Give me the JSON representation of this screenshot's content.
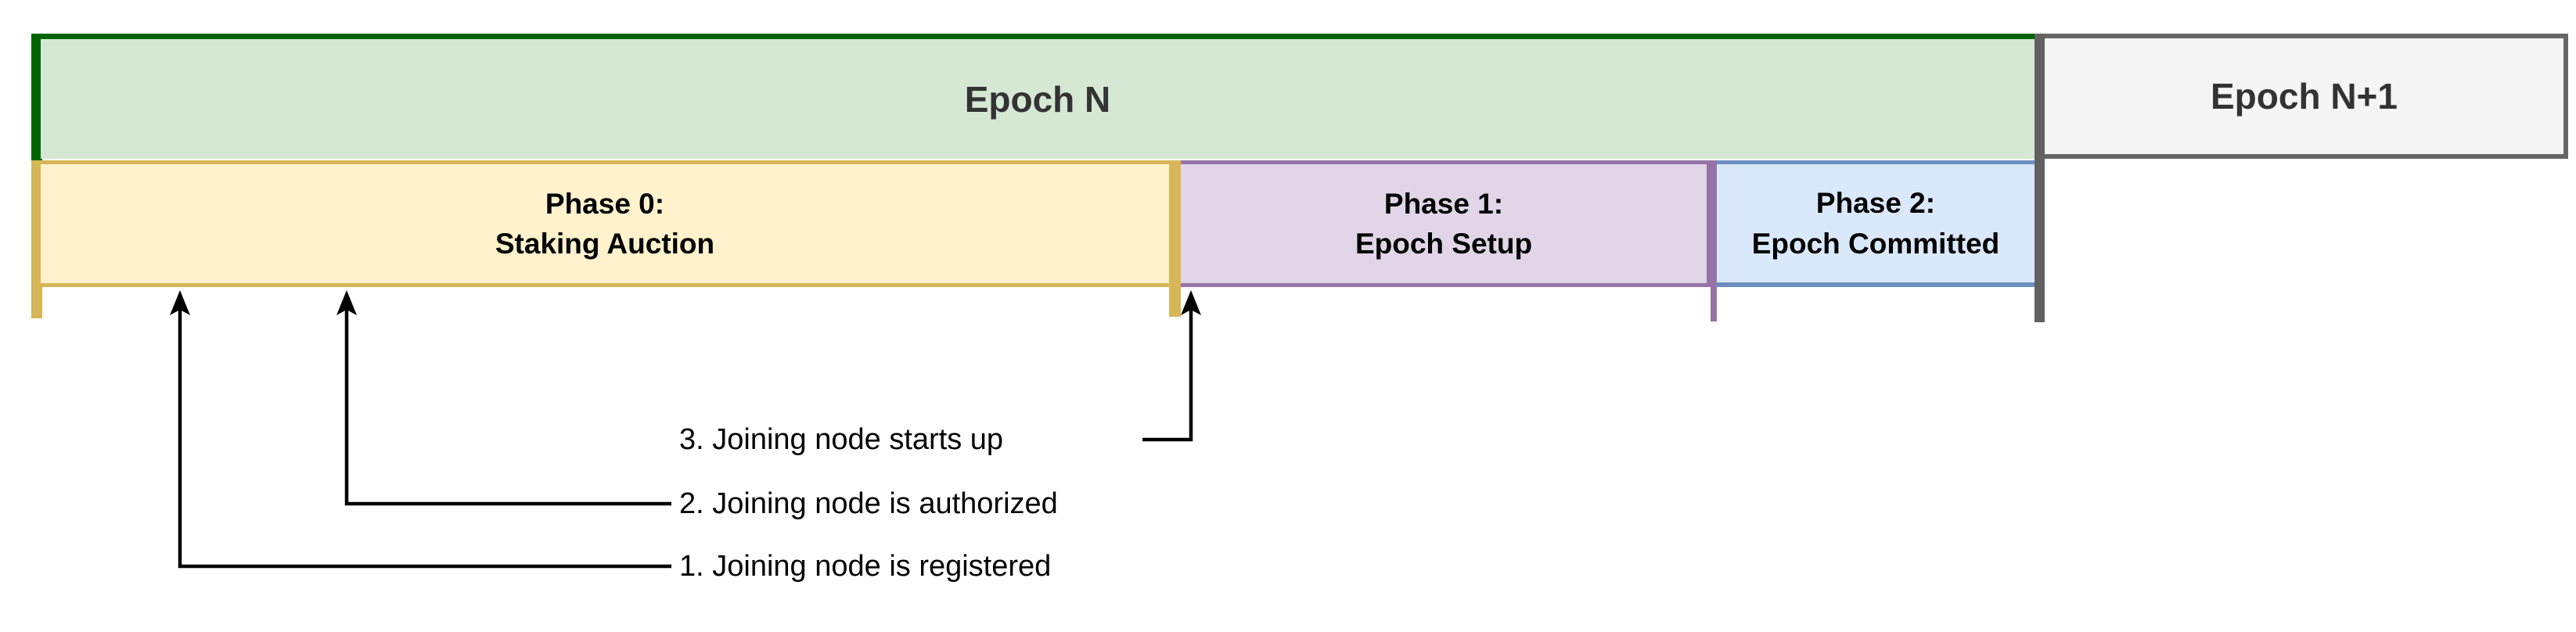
{
  "timeline": {
    "epochs": [
      {
        "label": "Epoch N"
      },
      {
        "label": "Epoch N+1"
      }
    ],
    "phases": [
      {
        "line1": "Phase 0:",
        "line2": "Staking Auction"
      },
      {
        "line1": "Phase 1:",
        "line2": "Epoch Setup"
      },
      {
        "line1": "Phase 2:",
        "line2": "Epoch Committed"
      }
    ]
  },
  "annotations": [
    {
      "label": "1. Joining node is registered"
    },
    {
      "label": "2. Joining node is authorized"
    },
    {
      "label": "3. Joining node starts up"
    }
  ],
  "colors": {
    "epoch_n_fill": "#d5e8d4",
    "epoch_n_border": "#006400",
    "epoch_next_fill": "#f5f5f5",
    "epoch_next_border": "#666666",
    "phase0_fill": "#fff2cc",
    "phase0_border": "#d6b656",
    "phase1_fill": "#e1d5e7",
    "phase1_border": "#9673a6",
    "phase2_fill": "#dae8fc",
    "phase2_border": "#6c8ebf",
    "divider": "#616161",
    "arrow": "#000000",
    "epoch_text": "#333333",
    "phase_text": "#000000"
  }
}
